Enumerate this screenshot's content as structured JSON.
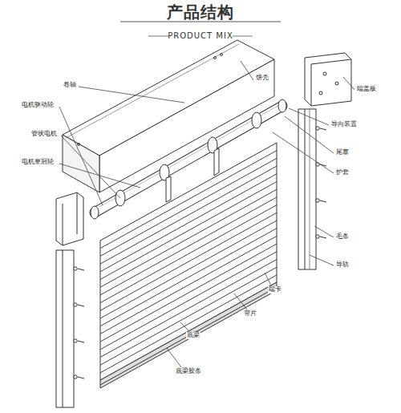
{
  "diagram": {
    "title": "产品结构",
    "labels": [
      "PRODUCT MIX",
      "卷轴",
      "饼壳",
      "电机驱动轮",
      "管状电机",
      "电机皇冠轮",
      "端盖板",
      "导向装置",
      "尾塞",
      "护套",
      "毛条",
      "导轨",
      "端卡",
      "帘片",
      "底梁",
      "底梁胶条"
    ]
  }
}
